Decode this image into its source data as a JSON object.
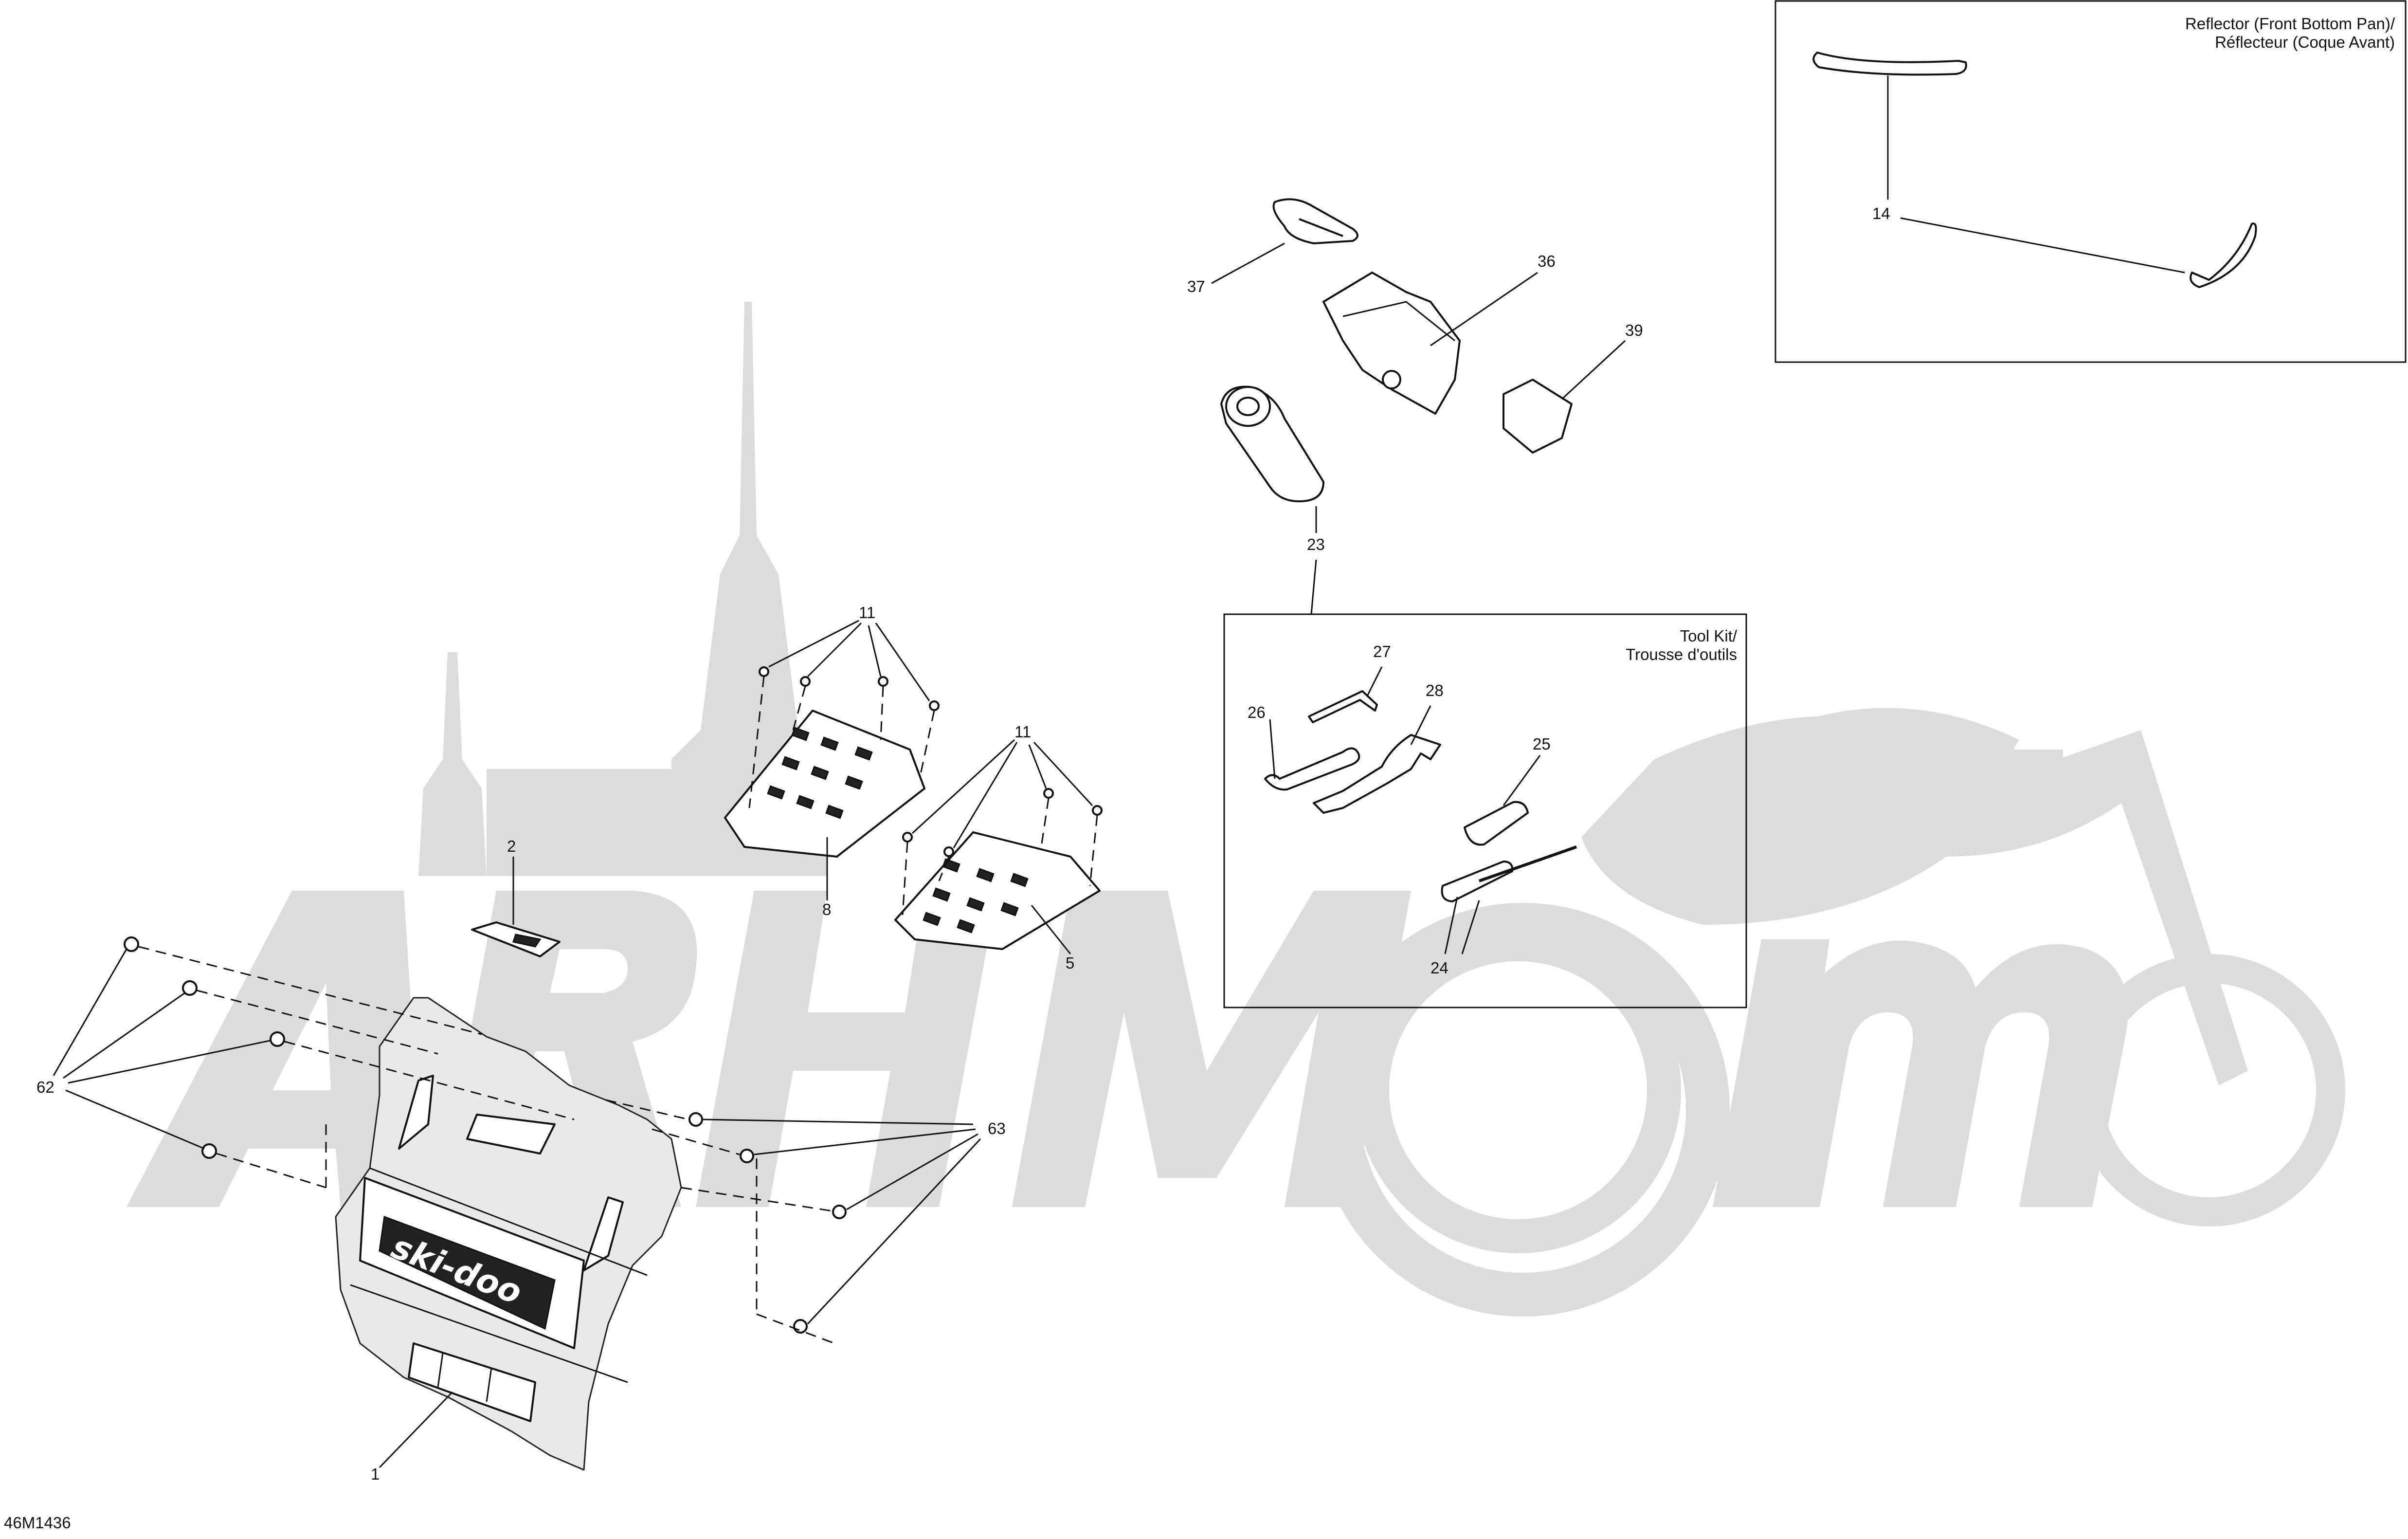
{
  "diagram_code": "46M1436",
  "reflector_box": {
    "title_line1": "Reflector (Front Bottom Pan)/",
    "title_line2": "Réflecteur (Coque Avant)"
  },
  "tool_kit_box": {
    "title_line1": "Tool Kit/",
    "title_line2": "Trousse d'outils"
  },
  "watermark_text": "ARHMOTO",
  "callouts": {
    "c1": "1",
    "c2": "2",
    "c5": "5",
    "c8": "8",
    "c11a": "11",
    "c11b": "11",
    "c14": "14",
    "c23": "23",
    "c24": "24",
    "c25": "25",
    "c26": "26",
    "c27": "27",
    "c28": "28",
    "c36": "36",
    "c37": "37",
    "c39": "39",
    "c62": "62",
    "c63": "63"
  },
  "brand_decal": "ski-doo"
}
